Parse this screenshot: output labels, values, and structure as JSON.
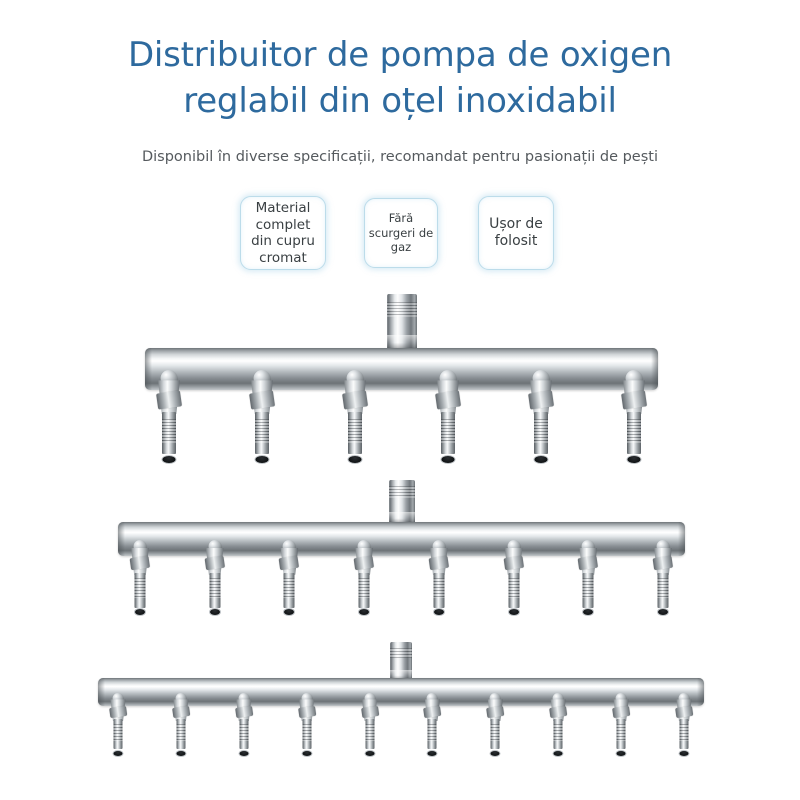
{
  "header": {
    "title": "Distribuitor de pompa de oxigen\nreglabil din oțel inoxidabil",
    "title_color": "#2e6a9e",
    "subtitle": "Disponibil în diverse specificații, recomandat pentru pasionații de pești",
    "subtitle_color": "#555a5e"
  },
  "badges": [
    {
      "text": "Material\ncomplet\ndin cupru\ncromat"
    },
    {
      "text": "Fără\nscurgeri de\ngaz"
    },
    {
      "text": "Ușor de\nfolosit"
    }
  ],
  "badge_style": {
    "border_color": "#bcdcea",
    "fill_color": "#ffffff"
  },
  "background_color": "#ffffff",
  "product": {
    "name": "distribuitor-oxigen-inox",
    "finish": "chrome",
    "manifolds": [
      {
        "name": "manifold-6-outlets",
        "outlets": 6
      },
      {
        "name": "manifold-8-outlets",
        "outlets": 8
      },
      {
        "name": "manifold-10-outlets",
        "outlets": 10
      }
    ]
  }
}
